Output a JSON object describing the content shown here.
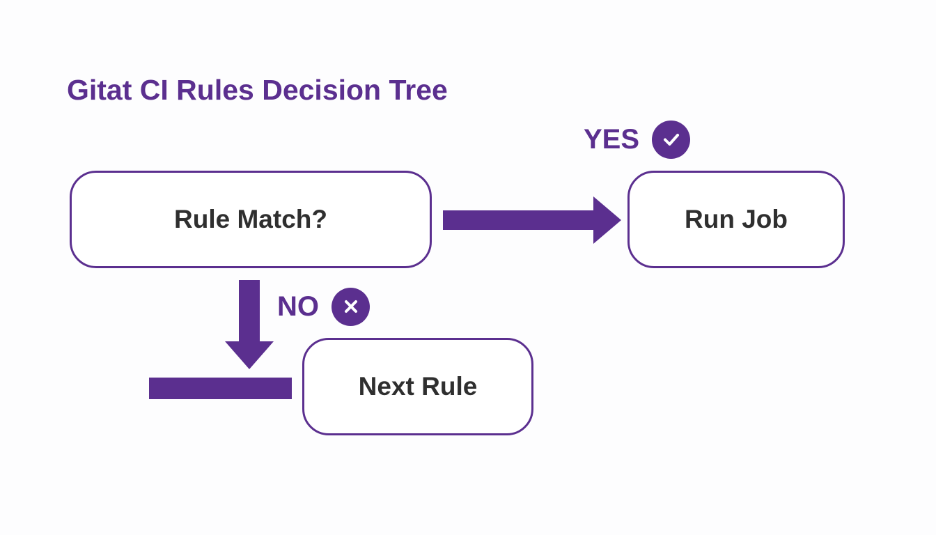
{
  "title": "Gitat CI Rules Decision Tree",
  "nodes": {
    "rule_match": "Rule Match?",
    "run_job": "Run Job",
    "next_rule": "Next Rule"
  },
  "decisions": {
    "yes": {
      "label": "YES",
      "icon": "check-icon"
    },
    "no": {
      "label": "NO",
      "icon": "x-icon"
    }
  },
  "colors": {
    "accent": "#5b2f8f",
    "node_text": "#2f2f2f",
    "node_fill": "#ffffff",
    "background": "#fdfdfe"
  }
}
